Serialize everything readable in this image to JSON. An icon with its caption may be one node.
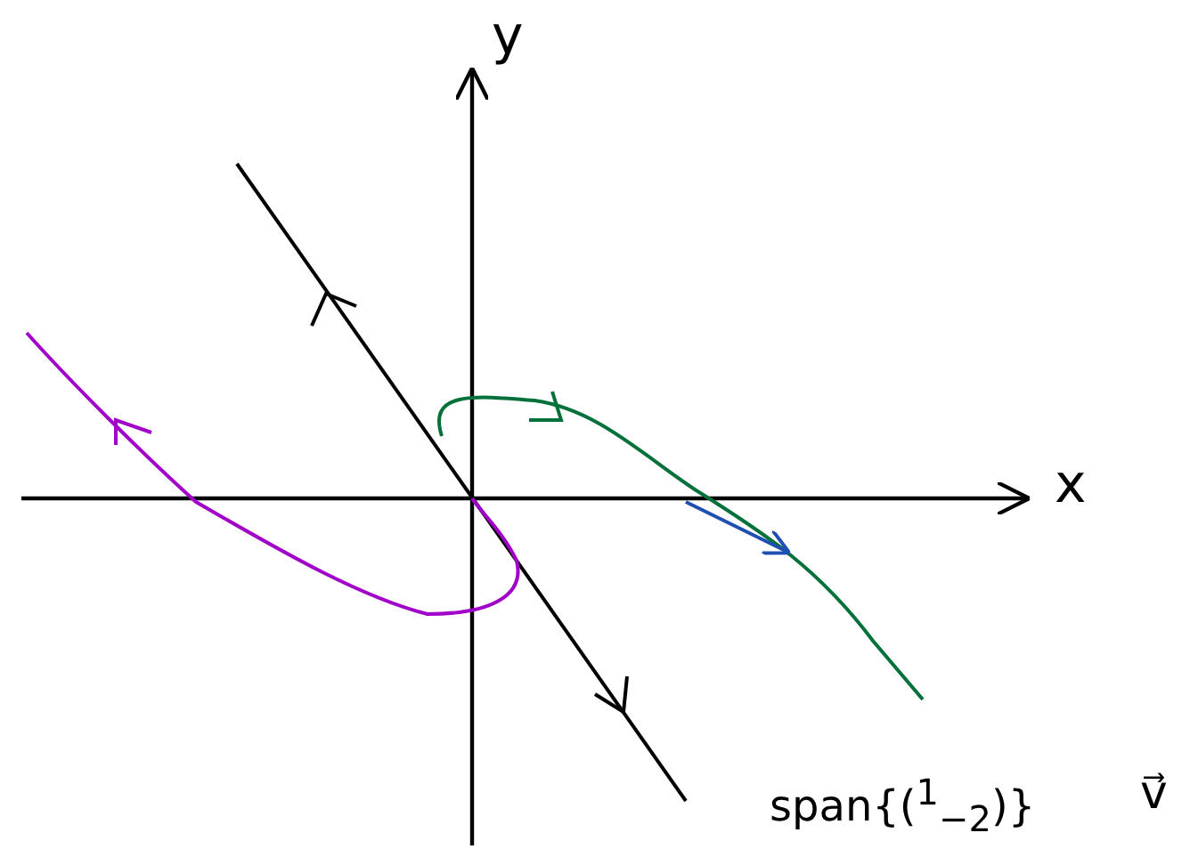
{
  "diagram": {
    "labels": [
      "y",
      "x",
      "span{($^{1}$$_{−2}$)}",
      "v⃗"
    ]
  }
}
